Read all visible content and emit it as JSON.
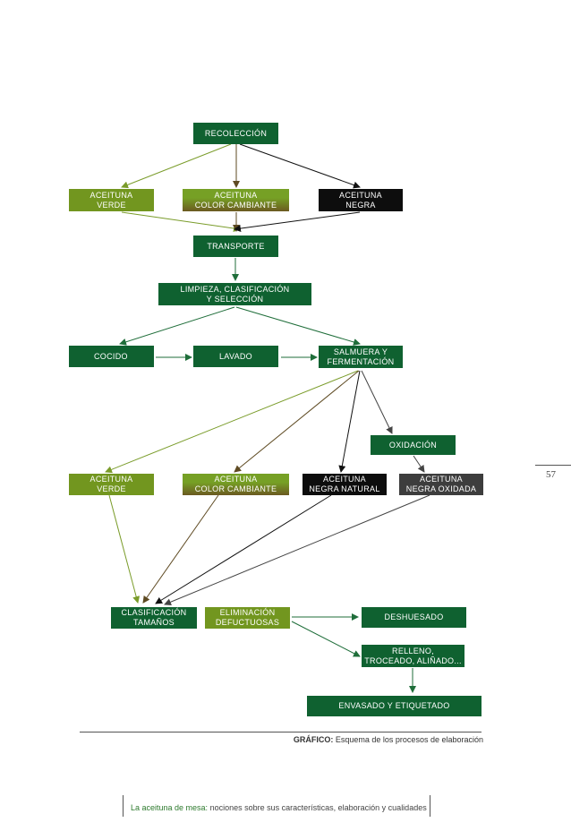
{
  "nodes": {
    "recoleccion": "RECOLECCIÓN",
    "aceituna_verde_1": "ACEITUNA\nVERDE",
    "aceituna_color_cambiante_1": "ACEITUNA\nCOLOR CAMBIANTE",
    "aceituna_negra": "ACEITUNA\nNEGRA",
    "transporte": "TRANSPORTE",
    "limpieza": "LIMPIEZA, CLASIFICACIÓN\nY SELECCIÓN",
    "cocido": "COCIDO",
    "lavado": "LAVADO",
    "salmuera": "SALMUERA Y\nFERMENTACIÓN",
    "oxidacion": "OXIDACIÓN",
    "aceituna_verde_2": "ACEITUNA\nVERDE",
    "aceituna_color_cambiante_2": "ACEITUNA\nCOLOR CAMBIANTE",
    "aceituna_negra_natural": "ACEITUNA\nNEGRA NATURAL",
    "aceituna_negra_oxidada": "ACEITUNA\nNEGRA OXIDADA",
    "clasificacion": "CLASIFICACIÓN\nTAMAÑOS",
    "eliminacion": "ELIMINACIÓN\nDEFUCTUOSAS",
    "deshuesado": "DESHUESADO",
    "relleno": "RELLENO,\nTROCEADO, ALIÑADO...",
    "envasado": "ENVASADO Y ETIQUETADO"
  },
  "caption": {
    "label": "GRÁFICO:",
    "text": "Esquema de los procesos de elaboración"
  },
  "footer": {
    "title": "La aceituna de mesa:",
    "text": "nociones sobre  sus características, elaboración y cualidades"
  },
  "page_number": "57",
  "colors": {
    "dark_green": "#0f6130",
    "light_green": "#72961f",
    "brown": "#6b5a21",
    "black": "#0d0d0d",
    "dark_gray": "#3d3d3d"
  }
}
